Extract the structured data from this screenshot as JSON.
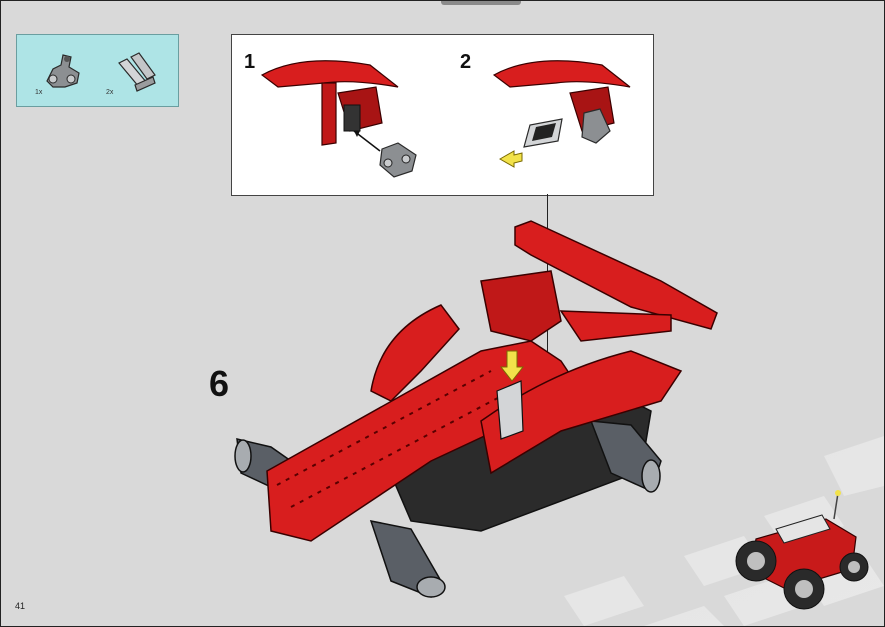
{
  "parts_callout": {
    "items": [
      {
        "icon": "gray-connector-icon",
        "qty": "1x"
      },
      {
        "icon": "gray-axle-pin-icon",
        "qty": "2x"
      }
    ]
  },
  "substeps": [
    {
      "number": "1"
    },
    {
      "number": "2"
    }
  ],
  "step_number": "6",
  "page_number": "41",
  "colors": {
    "background": "#d9d9d9",
    "callout": "#aee4e6",
    "part_red": "#d81e1e",
    "part_dark": "#2b2b2b",
    "arrow": "#f2e24a"
  }
}
